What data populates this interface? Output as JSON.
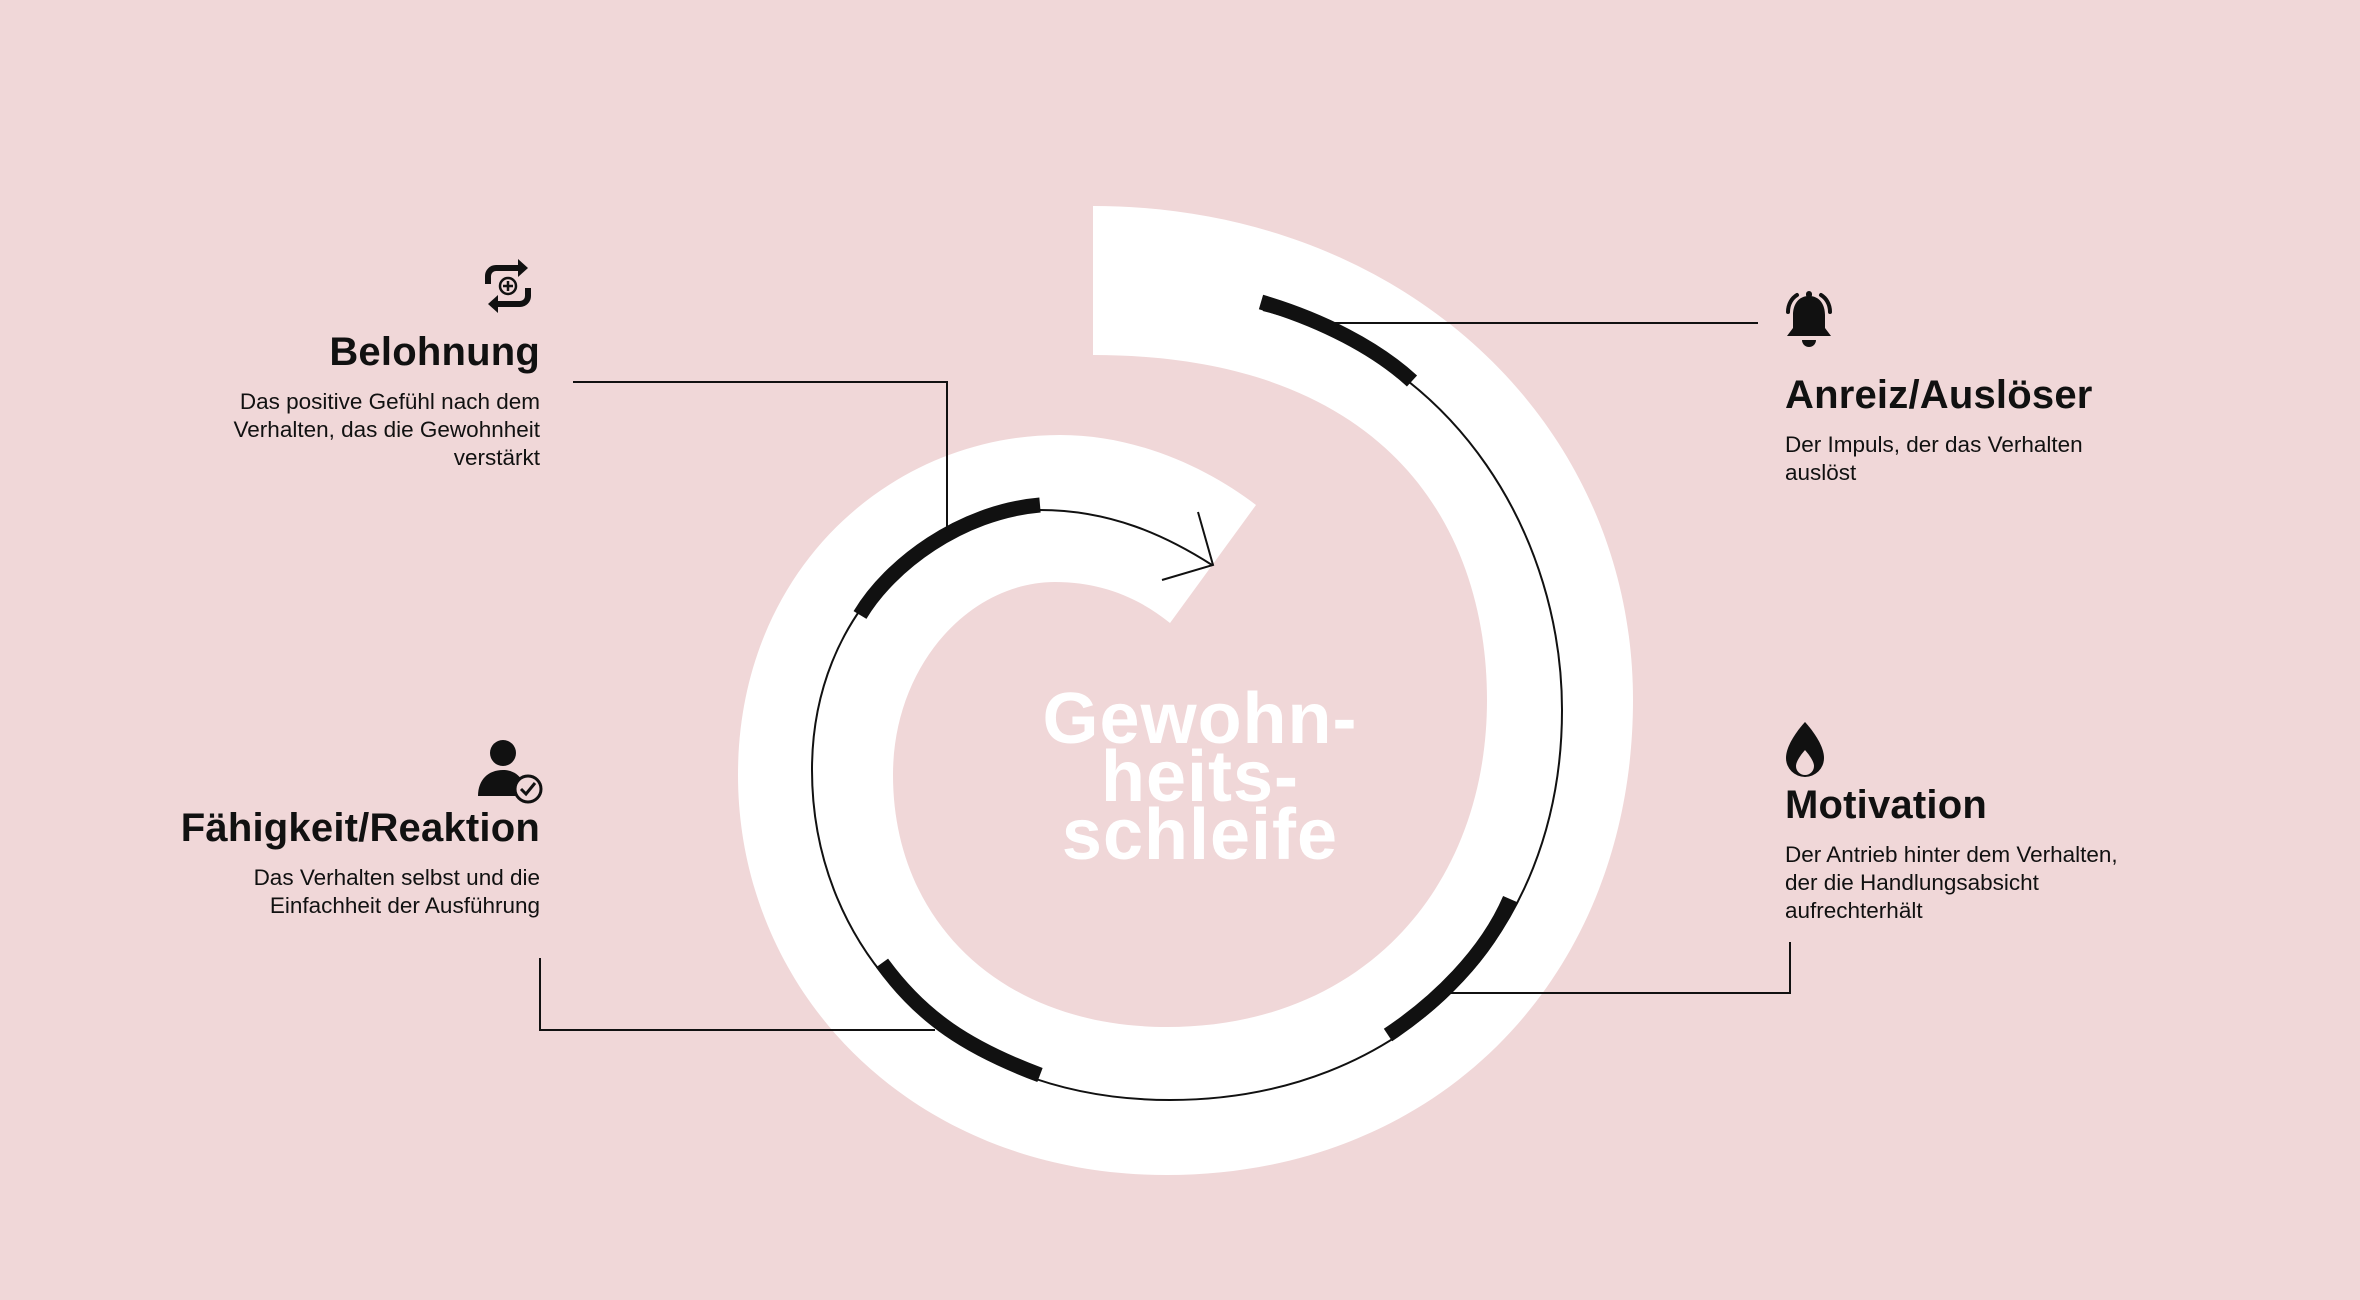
{
  "colors": {
    "background": "#f0d7d8",
    "spiral": "#ffffff",
    "ink": "#111111"
  },
  "center": {
    "line1": "Gewohn-",
    "line2": "heits-",
    "line3": "schleife"
  },
  "stages": {
    "belohnung": {
      "icon": "refresh-plus-icon",
      "title": "Belohnung",
      "desc_line1": "Das positive Gefühl nach dem",
      "desc_line2": "Verhalten, das die Gewohnheit",
      "desc_line3": "verstärkt"
    },
    "anreiz": {
      "icon": "bell-icon",
      "title": "Anreiz/Auslöser",
      "desc_line1": "Der Impuls, der das Verhalten",
      "desc_line2": "auslöst"
    },
    "faehigkeit": {
      "icon": "user-check-icon",
      "title": "Fähigkeit/Reaktion",
      "desc_line1": "Das Verhalten selbst und die",
      "desc_line2": "Einfachheit der Ausführung"
    },
    "motivation": {
      "icon": "flame-icon",
      "title": "Motivation",
      "desc_line1": "Der Antrieb hinter dem Verhalten,",
      "desc_line2": "der die Handlungsabsicht",
      "desc_line3": "aufrechterhält"
    }
  }
}
